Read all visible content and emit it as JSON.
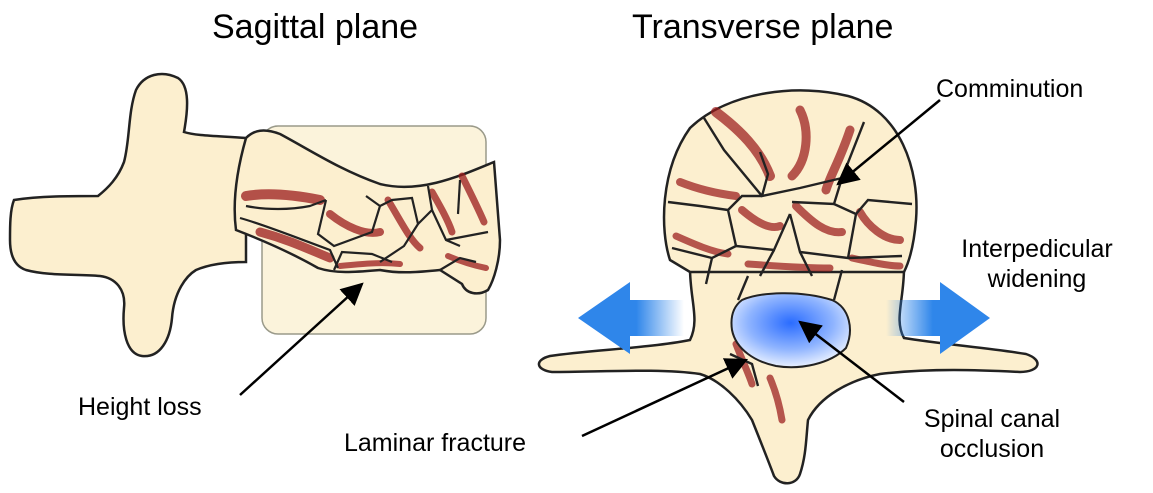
{
  "titles": {
    "sagittal": "Sagittal plane",
    "transverse": "Transverse plane"
  },
  "labels": {
    "height_loss": "Height loss",
    "laminar_fracture": "Laminar fracture",
    "comminution": "Comminution",
    "interpedicular_line1": "Interpedicular",
    "interpedicular_line2": "widening",
    "spinal_canal_line1": "Spinal canal",
    "spinal_canal_line2": "occlusion"
  },
  "colors": {
    "bone": "#fcefcf",
    "bone_stroke": "#222222",
    "fracture_red": "#9b1b1b",
    "ghost_body": "#fbf3db",
    "arrow_blue": "#2f86ea",
    "canal_blue": "#2a6cff"
  }
}
